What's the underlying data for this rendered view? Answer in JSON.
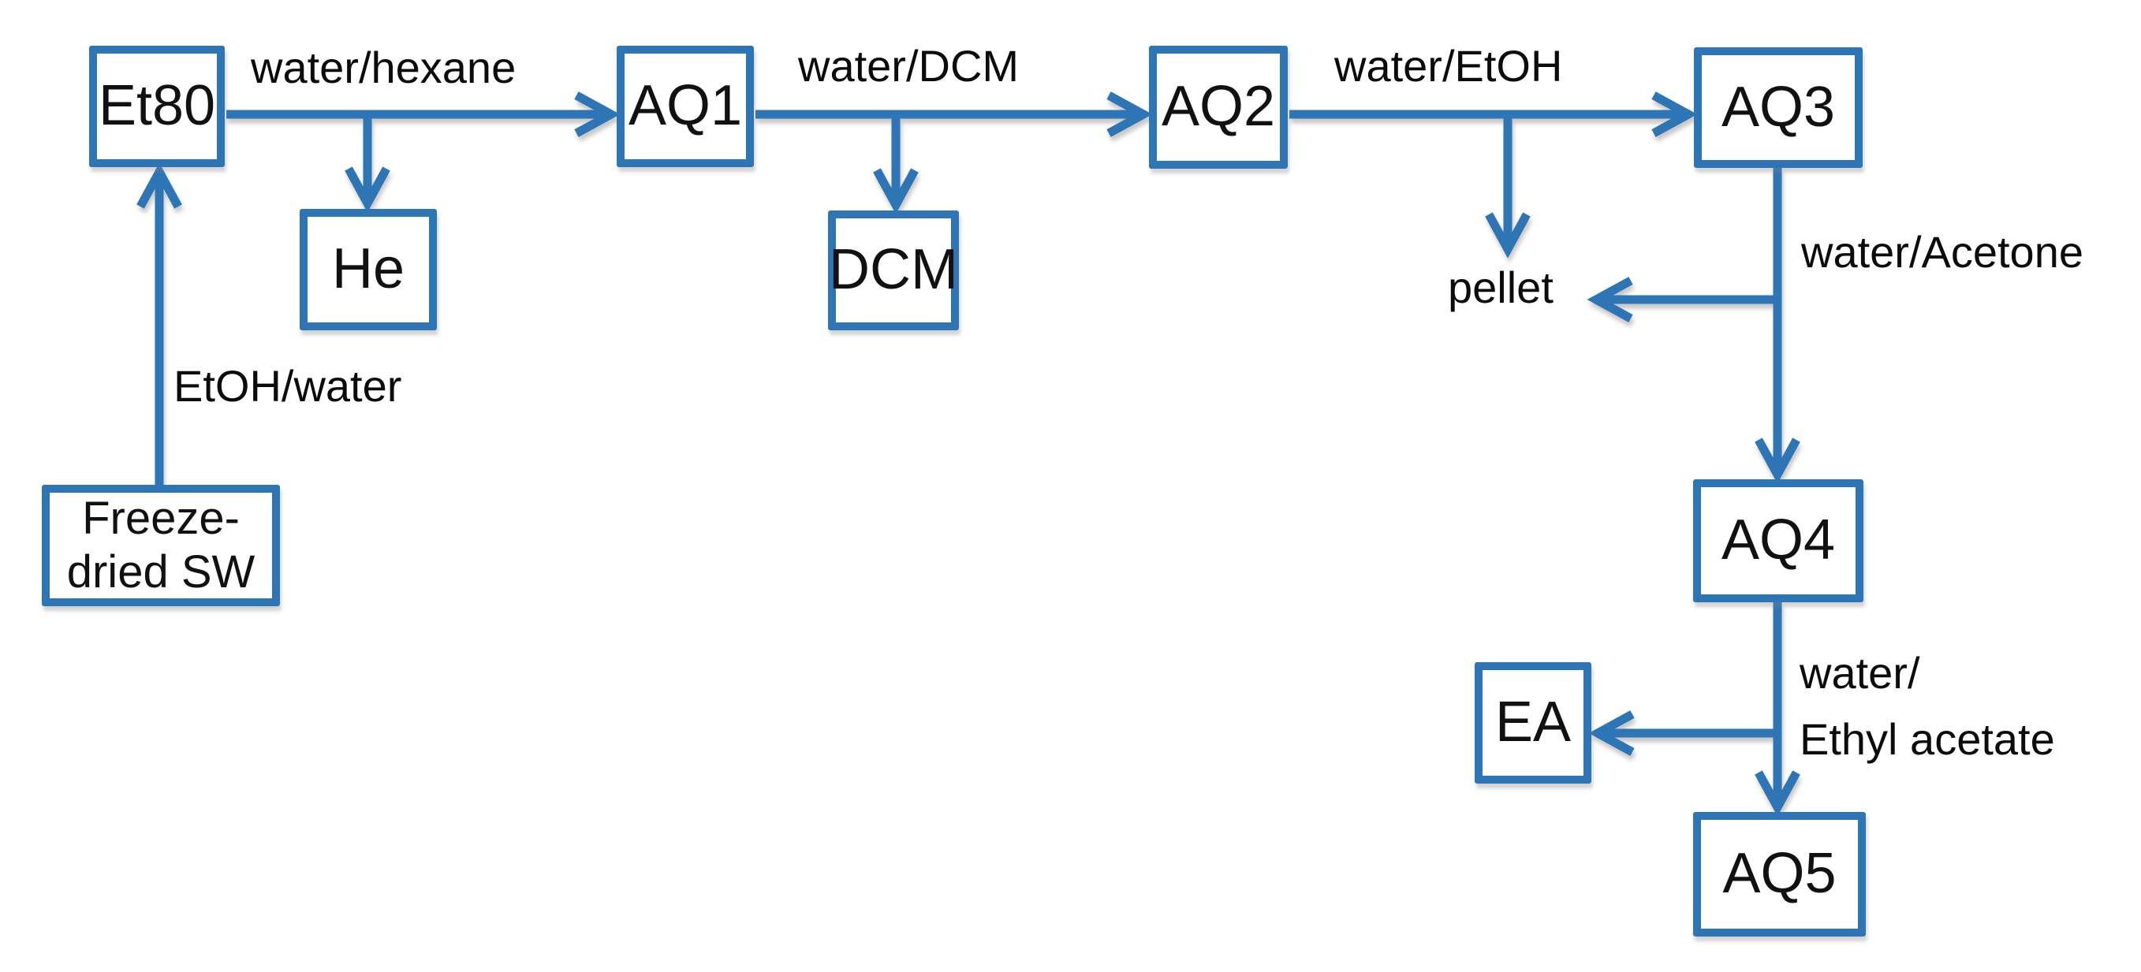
{
  "diagram": {
    "type": "flowchart",
    "colors": {
      "accent": "#2e75b6",
      "text": "#0b0b0b",
      "background": "#ffffff"
    },
    "nodes": {
      "et80": "Et80",
      "he": "He",
      "aq1": "AQ1",
      "dcm": "DCM",
      "aq2": "AQ2",
      "aq3": "AQ3",
      "aq4": "AQ4",
      "ea": "EA",
      "aq5": "AQ5",
      "freeze_line1": "Freeze-",
      "freeze_line2": "dried SW",
      "pellet": "pellet"
    },
    "labels": {
      "etoh_water": "EtOH/water",
      "water_hexane": "water/hexane",
      "water_dcm": "water/DCM",
      "water_etoh": "water/EtOH",
      "water_acetone": "water/Acetone",
      "water_ethyl_1": "water/",
      "water_ethyl_2": "Ethyl acetate"
    },
    "edges": [
      {
        "from": "Freeze-dried SW",
        "to": "Et80",
        "label": "EtOH/water"
      },
      {
        "from": "Et80",
        "to": "AQ1",
        "label": "water/hexane"
      },
      {
        "from": "Et80-AQ1 arrow",
        "to": "He",
        "label": ""
      },
      {
        "from": "AQ1",
        "to": "AQ2",
        "label": "water/DCM"
      },
      {
        "from": "AQ1-AQ2 arrow",
        "to": "DCM",
        "label": ""
      },
      {
        "from": "AQ2",
        "to": "AQ3",
        "label": "water/EtOH"
      },
      {
        "from": "AQ2-AQ3 arrow",
        "to": "pellet",
        "label": ""
      },
      {
        "from": "AQ3",
        "to": "AQ4",
        "label": "water/Acetone"
      },
      {
        "from": "AQ3-AQ4 arrow",
        "to": "pellet",
        "label": ""
      },
      {
        "from": "AQ4",
        "to": "AQ5",
        "label": "water/Ethyl acetate"
      },
      {
        "from": "AQ4-AQ5 arrow",
        "to": "EA",
        "label": ""
      }
    ]
  }
}
